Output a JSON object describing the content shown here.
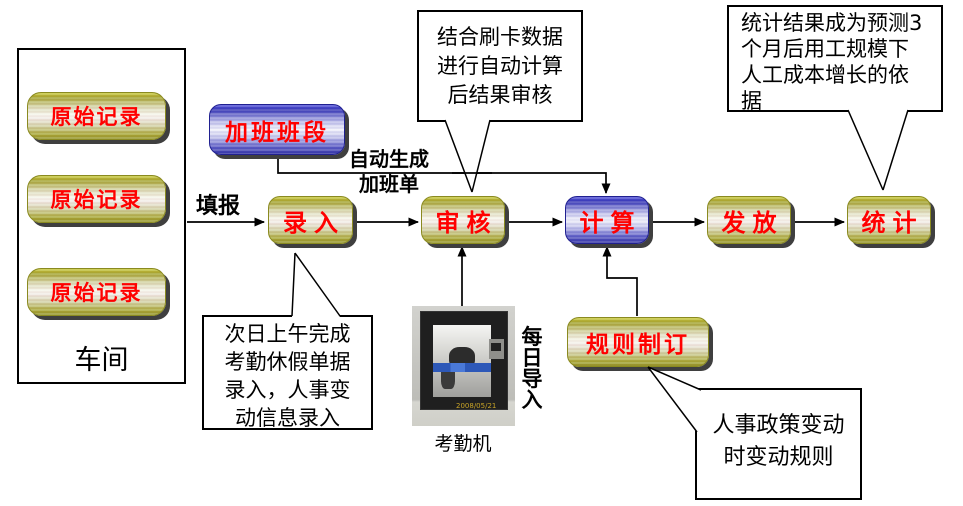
{
  "diagram": {
    "workshop": {
      "label": "车间",
      "records": [
        "原始记录",
        "原始记录",
        "原始记录"
      ]
    },
    "nodes": {
      "overtime_shift": {
        "label": "加班班段",
        "color": "#3333b4"
      },
      "entry": {
        "label": "录入",
        "color": "#b8b826"
      },
      "review": {
        "label": "审核",
        "color": "#b8b826"
      },
      "calculate": {
        "label": "计算",
        "color": "#3333b4"
      },
      "distribute": {
        "label": "发放",
        "color": "#b8b826"
      },
      "statistics": {
        "label": "统计",
        "color": "#b8b826"
      },
      "rule_making": {
        "label": "规则制订",
        "color": "#b8b826"
      }
    },
    "edge_labels": {
      "fill_report": "填报",
      "auto_generate_overtime": "自动生成\n加班单",
      "daily_import": "每日导入"
    },
    "callouts": {
      "review_note": "结合刷卡数据\n进行自动计算\n后结果审核",
      "statistics_note": "统计结果成为预测3\n个月后用工规模下\n人工成本增长的依\n据",
      "entry_note": "次日上午完成\n考勤休假单据\n录入，人事变\n动信息录入",
      "rule_note": "人事政策变动\n时变动规则"
    },
    "photo": {
      "caption": "考勤机",
      "date_stamp": "2008/05/21"
    },
    "colors": {
      "node_text": "#ff0000",
      "yellow_node": "#b8b826",
      "blue_node": "#3333b4",
      "connector": "#000000",
      "callout_border": "#000000"
    }
  }
}
